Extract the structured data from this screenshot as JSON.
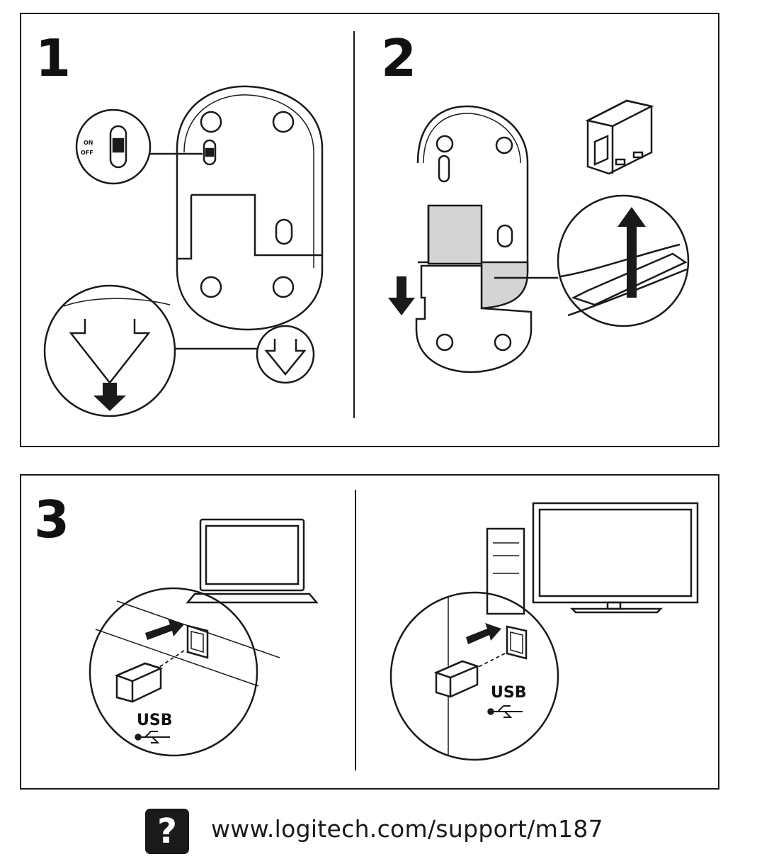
{
  "steps": [
    {
      "number": "1"
    },
    {
      "number": "2"
    },
    {
      "number": "3"
    }
  ],
  "switch_labels": {
    "on": "ON",
    "off": "OFF"
  },
  "usb": {
    "label_left": "USB",
    "label_right": "USB"
  },
  "footer": {
    "help_icon": "?",
    "support_url": "www.logitech.com/support/m187"
  },
  "colors": {
    "ink": "#1a1a1a",
    "highlight": "#d4d4d4",
    "background": "#ffffff"
  }
}
